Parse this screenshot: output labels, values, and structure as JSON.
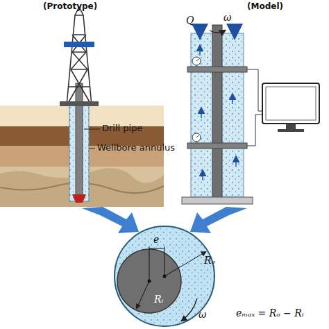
{
  "diagram": {
    "labels": [
      "(Prototype)",
      "(Model)",
      "Drill pipe",
      "Wellbore annulus",
      "Q",
      "ω",
      "e",
      "Rₒ",
      "Rᵢ",
      "ω",
      "eₘₐₓ = Rₒ − Rᵢ"
    ]
  }
}
